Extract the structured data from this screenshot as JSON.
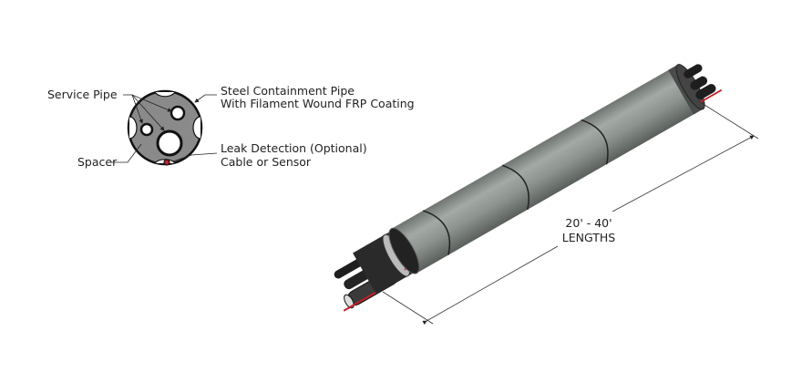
{
  "cross_section": {
    "service_pipe_label": "Service Pipe",
    "containment_label_line1": "Steel Containment Pipe",
    "containment_label_line2": "With Filament Wound FRP Coating",
    "leak_label_line1": "Leak Detection (Optional)",
    "leak_label_line2": "Cable or Sensor",
    "spacer_label": "Spacer"
  },
  "dimension": {
    "length_range": "20' - 40'",
    "length_caption": "LENGTHS"
  },
  "colors": {
    "pipe_body": "#8e9590",
    "spacer": "#8a8a8a",
    "cable": "#c0202a",
    "service_pipe": "#1c1c1c"
  }
}
